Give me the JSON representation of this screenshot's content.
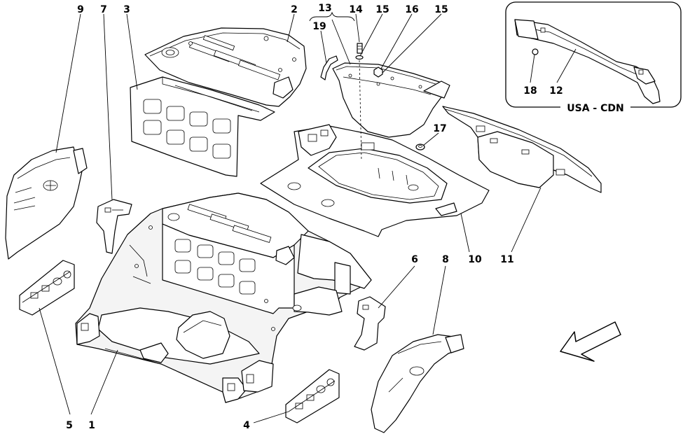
{
  "callouts": {
    "c9": "9",
    "c7": "7",
    "c3": "3",
    "c2": "2",
    "c13": "13",
    "c19": "19",
    "c14": "14",
    "c15a": "15",
    "c16": "16",
    "c15b": "15",
    "c17": "17",
    "c10": "10",
    "c11": "11",
    "c6": "6",
    "c8": "8",
    "c5": "5",
    "c1": "1",
    "c4": "4",
    "c18": "18",
    "c12": "12"
  },
  "inset": {
    "title": "USA - CDN"
  }
}
